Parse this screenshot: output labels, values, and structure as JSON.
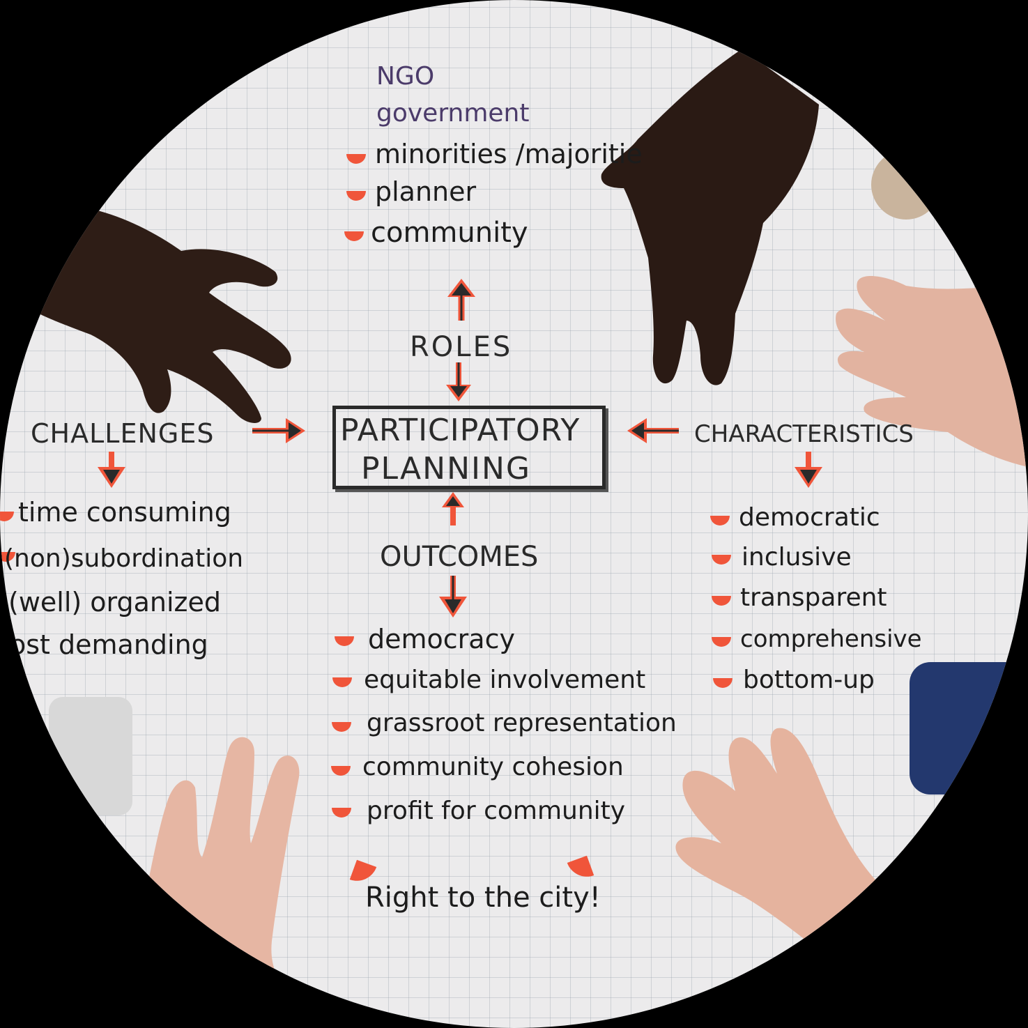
{
  "diagram": {
    "center": {
      "line1": "PARTICIPATORY",
      "line2": "PLANNING"
    },
    "roles": {
      "label": "ROLES",
      "items": [
        {
          "text": "NGO",
          "marked": false
        },
        {
          "text": "government",
          "marked": false
        },
        {
          "text": "minorities /majoritie",
          "marked": true
        },
        {
          "text": "planner",
          "marked": true
        },
        {
          "text": "community",
          "marked": true
        }
      ]
    },
    "challenges": {
      "label": "CHALLENGES",
      "items": [
        {
          "text": "time consuming",
          "marked": true
        },
        {
          "text": "(non)subordination",
          "marked": true
        },
        {
          "text": "(well) organized",
          "marked": false
        },
        {
          "text": "ost demanding",
          "marked": false
        }
      ]
    },
    "characteristics": {
      "label": "CHARACTERISTICS",
      "items": [
        {
          "text": "democratic",
          "marked": true
        },
        {
          "text": "inclusive",
          "marked": true
        },
        {
          "text": "transparent",
          "marked": true
        },
        {
          "text": "comprehensive",
          "marked": true
        },
        {
          "text": "bottom-up",
          "marked": true
        }
      ]
    },
    "outcomes": {
      "label": "OUTCOMES",
      "items": [
        {
          "text": "democracy",
          "marked": true
        },
        {
          "text": "equitable involvement",
          "marked": true
        },
        {
          "text": "grassroot representation",
          "marked": true
        },
        {
          "text": "community cohesion",
          "marked": true
        },
        {
          "text": "profit for community",
          "marked": true
        }
      ]
    },
    "slogan": "Right to the city!"
  },
  "colors": {
    "paper": "#ecebec",
    "grid": "#a0aab4",
    "ink": "#1c1c1c",
    "purple_ink": "#4b3b6a",
    "marker_orange": "#f0553a",
    "dark_skin": "#2e1d16",
    "light_skin": "#e2b3a0"
  }
}
